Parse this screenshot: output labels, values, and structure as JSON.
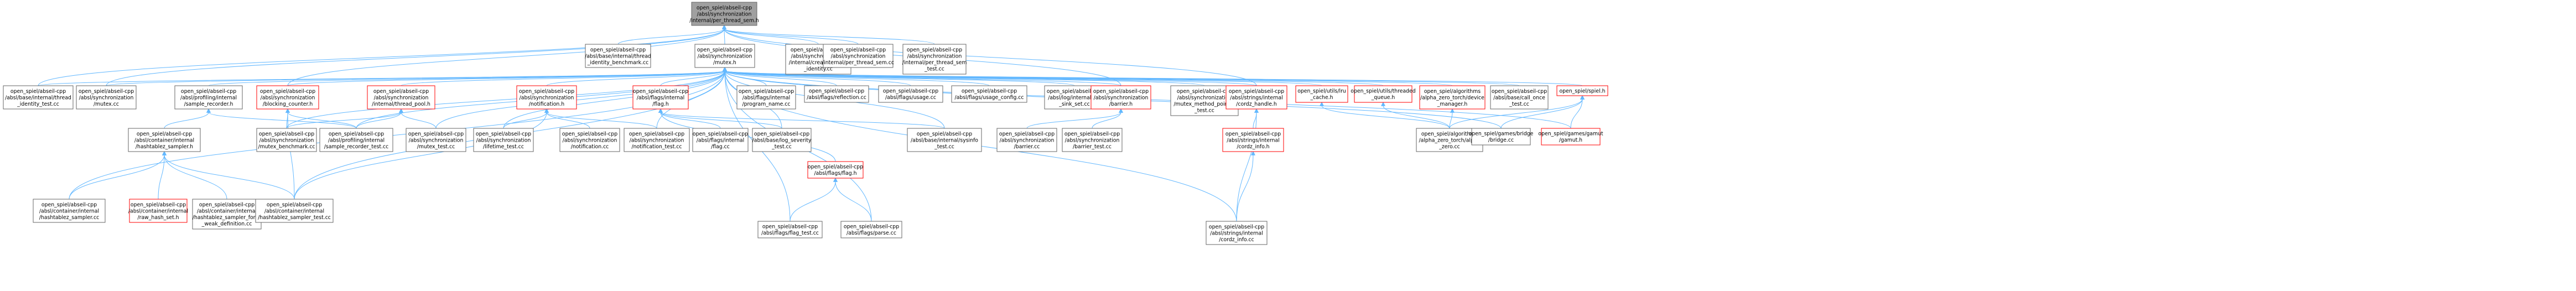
{
  "colors": {
    "root_fill": "#a0a0a0",
    "root_stroke": "#666666",
    "doc_stroke": "#666666",
    "red_stroke": "#ff0000",
    "edge": "#63b8ff",
    "text": "#000000",
    "background": "#ffffff"
  },
  "nodes": [
    {
      "id": "root",
      "lines": [
        "open_spiel/abseil-cpp",
        "/absl/synchronization",
        "/internal/per_thread_sem.h"
      ],
      "style": "root"
    },
    {
      "id": "bt_id",
      "lines": [
        "open_spiel/abseil-cpp",
        "/absl/base/internal/thread",
        "_identity_benchmark.cc"
      ],
      "style": "doc"
    },
    {
      "id": "mutex_h",
      "lines": [
        "open_spiel/abseil-cpp",
        "/absl/synchronization",
        "/mutex.h"
      ],
      "style": "doc"
    },
    {
      "id": "create_thr",
      "lines": [
        "open_spiel/abseil-cpp",
        "/absl/synchronization",
        "/internal/create_thread",
        "_identity.cc"
      ],
      "style": "doc"
    },
    {
      "id": "pts_cc",
      "lines": [
        "open_spiel/abseil-cpp",
        "/absl/synchronization",
        "/internal/per_thread_sem.cc"
      ],
      "style": "doc"
    },
    {
      "id": "pts_test",
      "lines": [
        "open_spiel/abseil-cpp",
        "/absl/synchronization",
        "/internal/per_thread_sem",
        "_test.cc"
      ],
      "style": "doc"
    },
    {
      "id": "ti_test",
      "lines": [
        "open_spiel/abseil-cpp",
        "/absl/base/internal/thread",
        "_identity_test.cc"
      ],
      "style": "doc"
    },
    {
      "id": "mutex_cc",
      "lines": [
        "open_spiel/abseil-cpp",
        "/absl/synchronization",
        "/mutex.cc"
      ],
      "style": "doc"
    },
    {
      "id": "sample_rec",
      "lines": [
        "open_spiel/abseil-cpp",
        "/absl/profiling/internal",
        "/sample_recorder.h"
      ],
      "style": "doc"
    },
    {
      "id": "blocking",
      "lines": [
        "open_spiel/abseil-cpp",
        "/absl/synchronization",
        "/blocking_counter.h"
      ],
      "style": "red"
    },
    {
      "id": "thread_pool",
      "lines": [
        "open_spiel/abseil-cpp",
        "/absl/synchronization",
        "/internal/thread_pool.h"
      ],
      "style": "red"
    },
    {
      "id": "notification",
      "lines": [
        "open_spiel/abseil-cpp",
        "/absl/synchronization",
        "/notification.h"
      ],
      "style": "red"
    },
    {
      "id": "flag_int",
      "lines": [
        "open_spiel/abseil-cpp",
        "/absl/flags/internal",
        "/flag.h"
      ],
      "style": "red"
    },
    {
      "id": "prog_name",
      "lines": [
        "open_spiel/abseil-cpp",
        "/absl/flags/internal",
        "/program_name.cc"
      ],
      "style": "doc"
    },
    {
      "id": "reflection",
      "lines": [
        "open_spiel/abseil-cpp",
        "/absl/flags/reflection.cc"
      ],
      "style": "doc"
    },
    {
      "id": "usage",
      "lines": [
        "open_spiel/abseil-cpp",
        "/absl/flags/usage.cc"
      ],
      "style": "doc"
    },
    {
      "id": "usage_cfg",
      "lines": [
        "open_spiel/abseil-cpp",
        "/absl/flags/usage_config.cc"
      ],
      "style": "doc"
    },
    {
      "id": "log_sink",
      "lines": [
        "open_spiel/abseil-cpp",
        "/absl/log/internal/log",
        "_sink_set.cc"
      ],
      "style": "doc"
    },
    {
      "id": "barrier_h",
      "lines": [
        "open_spiel/abseil-cpp",
        "/absl/synchronization",
        "/barrier.h"
      ],
      "style": "red"
    },
    {
      "id": "mutex_mpt",
      "lines": [
        "open_spiel/abseil-cpp",
        "/absl/synchronization",
        "/mutex_method_pointer",
        "_test.cc"
      ],
      "style": "doc"
    },
    {
      "id": "cordz_handle",
      "lines": [
        "open_spiel/abseil-cpp",
        "/absl/strings/internal",
        "/cordz_handle.h"
      ],
      "style": "red"
    },
    {
      "id": "lru_cache",
      "lines": [
        "open_spiel/utils/lru",
        "_cache.h"
      ],
      "style": "red"
    },
    {
      "id": "threaded_q",
      "lines": [
        "open_spiel/utils/threaded",
        "_queue.h"
      ],
      "style": "red"
    },
    {
      "id": "dev_mgr",
      "lines": [
        "open_spiel/algorithms",
        "/alpha_zero_torch/device",
        "_manager.h"
      ],
      "style": "red"
    },
    {
      "id": "call_once",
      "lines": [
        "open_spiel/abseil-cpp",
        "/absl/base/call_once",
        "_test.cc"
      ],
      "style": "doc"
    },
    {
      "id": "spiel",
      "lines": [
        "open_spiel/spiel.h"
      ],
      "style": "red"
    },
    {
      "id": "hs_sampler",
      "lines": [
        "open_spiel/abseil-cpp",
        "/absl/container/internal",
        "/hashtablez_sampler.h"
      ],
      "style": "doc"
    },
    {
      "id": "mutex_bench",
      "lines": [
        "open_spiel/abseil-cpp",
        "/absl/synchronization",
        "/mutex_benchmark.cc"
      ],
      "style": "doc"
    },
    {
      "id": "sr_test",
      "lines": [
        "open_spiel/abseil-cpp",
        "/absl/profiling/internal",
        "/sample_recorder_test.cc"
      ],
      "style": "doc"
    },
    {
      "id": "mutex_test",
      "lines": [
        "open_spiel/abseil-cpp",
        "/absl/synchronization",
        "/mutex_test.cc"
      ],
      "style": "doc"
    },
    {
      "id": "lifetime",
      "lines": [
        "open_spiel/abseil-cpp",
        "/absl/synchronization",
        "/lifetime_test.cc"
      ],
      "style": "doc"
    },
    {
      "id": "notif_cc",
      "lines": [
        "open_spiel/abseil-cpp",
        "/absl/synchronization",
        "/notification.cc"
      ],
      "style": "doc"
    },
    {
      "id": "notif_test",
      "lines": [
        "open_spiel/abseil-cpp",
        "/absl/synchronization",
        "/notification_test.cc"
      ],
      "style": "doc"
    },
    {
      "id": "flag_int_cc",
      "lines": [
        "open_spiel/abseil-cpp",
        "/absl/flags/internal",
        "/flag.cc"
      ],
      "style": "doc"
    },
    {
      "id": "log_sev",
      "lines": [
        "open_spiel/abseil-cpp",
        "/absl/base/log_severity",
        "_test.cc"
      ],
      "style": "doc"
    },
    {
      "id": "flag_h",
      "lines": [
        "open_spiel/abseil-cpp",
        "/absl/flags/flag.h"
      ],
      "style": "red"
    },
    {
      "id": "sysinfo",
      "lines": [
        "open_spiel/abseil-cpp",
        "/absl/base/internal/sysinfo",
        "_test.cc"
      ],
      "style": "doc"
    },
    {
      "id": "barrier_cc",
      "lines": [
        "open_spiel/abseil-cpp",
        "/absl/synchronization",
        "/barrier.cc"
      ],
      "style": "doc"
    },
    {
      "id": "barrier_test",
      "lines": [
        "open_spiel/abseil-cpp",
        "/absl/synchronization",
        "/barrier_test.cc"
      ],
      "style": "doc"
    },
    {
      "id": "cordz_info_h",
      "lines": [
        "open_spiel/abseil-cpp",
        "/absl/strings/internal",
        "/cordz_info.h"
      ],
      "style": "red"
    },
    {
      "id": "az_zero",
      "lines": [
        "open_spiel/algorithms",
        "/alpha_zero_torch/alpha",
        "_zero.cc"
      ],
      "style": "doc"
    },
    {
      "id": "bridge",
      "lines": [
        "open_spiel/games/bridge",
        "/bridge.cc"
      ],
      "style": "doc"
    },
    {
      "id": "gamut",
      "lines": [
        "open_spiel/games/gamut",
        "/gamut.h"
      ],
      "style": "red"
    },
    {
      "id": "hs_sampler_cc",
      "lines": [
        "open_spiel/abseil-cpp",
        "/absl/container/internal",
        "/hashtablez_sampler.cc"
      ],
      "style": "doc"
    },
    {
      "id": "raw_hash",
      "lines": [
        "open_spiel/abseil-cpp",
        "/absl/container/internal",
        "/raw_hash_set.h"
      ],
      "style": "red"
    },
    {
      "id": "hs_force",
      "lines": [
        "open_spiel/abseil-cpp",
        "/absl/container/internal",
        "/hashtablez_sampler_force",
        "_weak_definition.cc"
      ],
      "style": "doc"
    },
    {
      "id": "hs_test",
      "lines": [
        "open_spiel/abseil-cpp",
        "/absl/container/internal",
        "/hashtablez_sampler_test.cc"
      ],
      "style": "doc"
    },
    {
      "id": "flag_test",
      "lines": [
        "open_spiel/abseil-cpp",
        "/absl/flags/flag_test.cc"
      ],
      "style": "doc"
    },
    {
      "id": "parse",
      "lines": [
        "open_spiel/abseil-cpp",
        "/absl/flags/parse.cc"
      ],
      "style": "doc"
    },
    {
      "id": "cordz_info_cc",
      "lines": [
        "open_spiel/abseil-cpp",
        "/absl/strings/internal",
        "/cordz_info.cc"
      ],
      "style": "doc"
    }
  ]
}
